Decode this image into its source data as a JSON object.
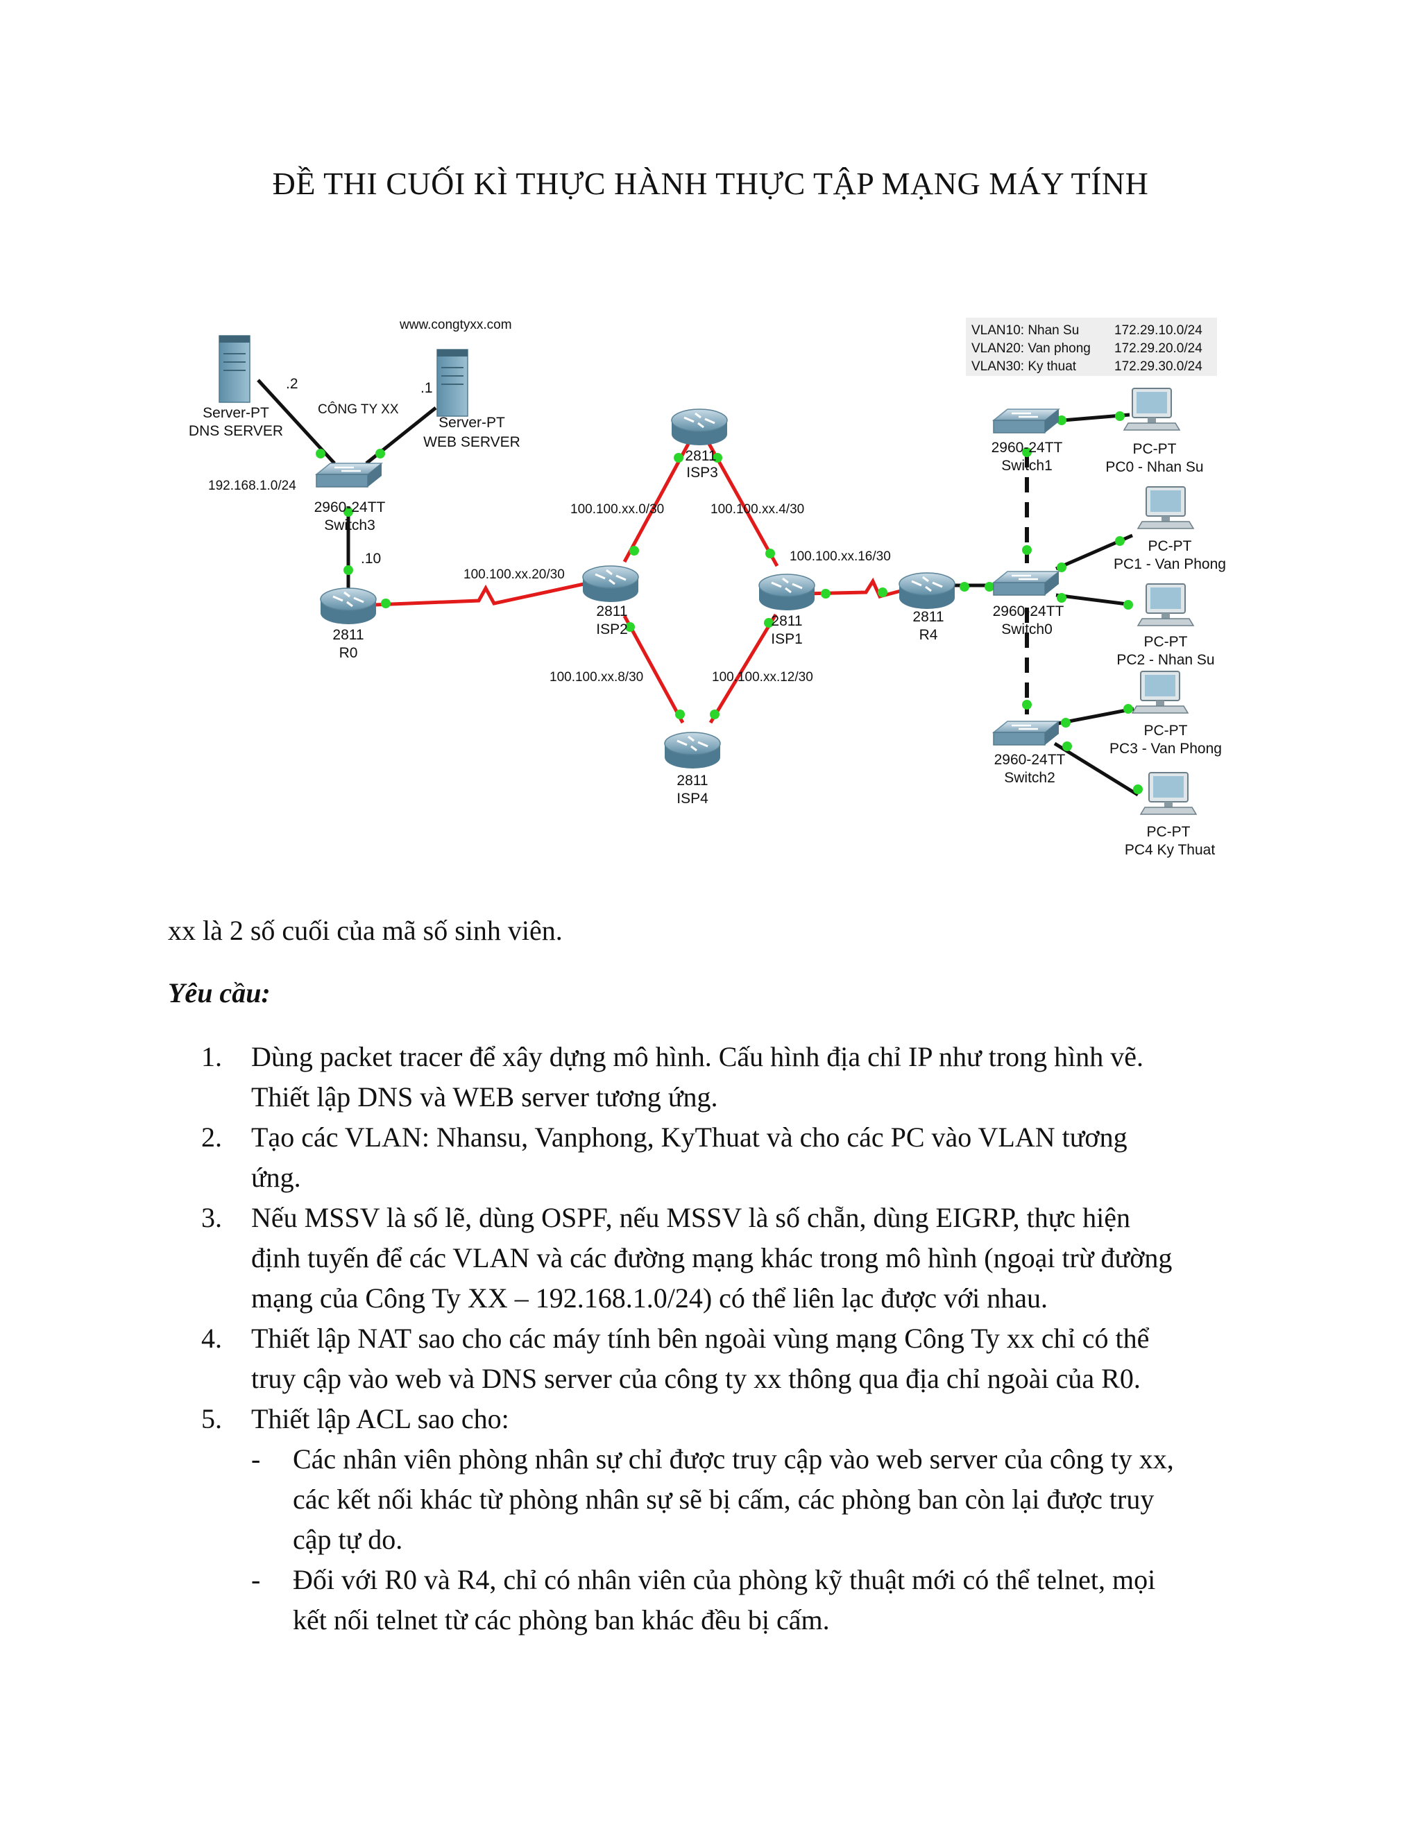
{
  "title": "ĐỀ THI CUỐI KÌ THỰC HÀNH THỰC TẬP MẠNG MÁY TÍNH",
  "diagram": {
    "website": "www.congtyxx.com",
    "company_label": "CÔNG TY XX",
    "lan_subnet": "192.168.1.0/24",
    "dns_host": ".2",
    "web_host": ".1",
    "r0_host": ".10",
    "vlans": [
      {
        "name": "VLAN10: Nhan Su",
        "subnet": "172.29.10.0/24"
      },
      {
        "name": "VLAN20: Van phong",
        "subnet": "172.29.20.0/24"
      },
      {
        "name": "VLAN30: Ky thuat",
        "subnet": "172.29.30.0/24"
      }
    ],
    "links": {
      "isp2_isp3": "100.100.xx.0/30",
      "isp3_isp1": "100.100.xx.4/30",
      "isp1_r4": "100.100.xx.16/30",
      "r0_isp2": "100.100.xx.20/30",
      "isp2_isp4": "100.100.xx.8/30",
      "isp4_isp1": "100.100.xx.12/30"
    },
    "devices": {
      "dns": {
        "type": "Server-PT",
        "name": "DNS SERVER"
      },
      "web": {
        "type": "Server-PT",
        "name": "WEB SERVER"
      },
      "switch3": {
        "type": "2960-24TT",
        "name": "Switch3"
      },
      "r0": {
        "type": "2811",
        "name": "R0"
      },
      "isp2": {
        "type": "2811",
        "name": "ISP2"
      },
      "isp3": {
        "type": "2811",
        "name": "ISP3"
      },
      "isp1": {
        "type": "2811",
        "name": "ISP1"
      },
      "isp4": {
        "type": "2811",
        "name": "ISP4"
      },
      "r4": {
        "type": "2811",
        "name": "R4"
      },
      "switch1": {
        "type": "2960-24TT",
        "name": "Switch1"
      },
      "switch0": {
        "type": "2960-24TT",
        "name": "Switch0"
      },
      "switch2": {
        "type": "2960-24TT",
        "name": "Switch2"
      },
      "pc0": {
        "type": "PC-PT",
        "name": "PC0 - Nhan Su"
      },
      "pc1": {
        "type": "PC-PT",
        "name": "PC1 - Van Phong"
      },
      "pc2": {
        "type": "PC-PT",
        "name": "PC2 - Nhan Su"
      },
      "pc3": {
        "type": "PC-PT",
        "name": "PC3 - Van Phong"
      },
      "pc4": {
        "type": "PC-PT",
        "name": "PC4 Ky Thuat"
      }
    },
    "colors": {
      "wan_link": "#e21a1a",
      "port_dot": "#2bd62b",
      "lan_link": "#111111"
    }
  },
  "note": "xx là 2 số cuối của mã số sinh viên.",
  "requirements_title": "Yêu cầu:",
  "requirements": [
    {
      "num": "1.",
      "lines": [
        "Dùng packet tracer để xây dựng mô hình. Cấu hình địa chỉ IP như trong hình vẽ.",
        "Thiết lập DNS và WEB server tương ứng."
      ]
    },
    {
      "num": "2.",
      "lines": [
        "Tạo các VLAN: Nhansu, Vanphong, KyThuat và cho các PC vào VLAN tương",
        "ứng."
      ]
    },
    {
      "num": "3.",
      "lines": [
        "Nếu MSSV là số lẽ, dùng OSPF, nếu MSSV là số chẵn, dùng EIGRP, thực hiện",
        "định tuyến để các VLAN và các đường mạng khác trong mô hình (ngoại trừ đường",
        "mạng của Công Ty XX – 192.168.1.0/24) có thể liên lạc được với nhau."
      ]
    },
    {
      "num": "4.",
      "lines": [
        "Thiết lập NAT sao cho các máy tính bên ngoài vùng mạng Công Ty xx chỉ có thể",
        "truy cập vào web và DNS server của công ty xx thông qua địa chỉ ngoài của R0."
      ]
    },
    {
      "num": "5.",
      "lines": [
        "Thiết lập ACL sao cho:"
      ]
    }
  ],
  "acl_items": [
    {
      "dash": "-",
      "lines": [
        "Các nhân viên phòng nhân sự chỉ được truy cập vào web server của công ty xx,",
        "các kết nối khác từ phòng nhân sự sẽ bị cấm, các phòng ban còn lại được truy",
        "cập tự do."
      ]
    },
    {
      "dash": "-",
      "lines": [
        "Đối với R0 và R4, chỉ có nhân viên của phòng kỹ thuật mới có thể telnet, mọi",
        "kết nối telnet từ các phòng ban khác đều bị cấm."
      ]
    }
  ]
}
